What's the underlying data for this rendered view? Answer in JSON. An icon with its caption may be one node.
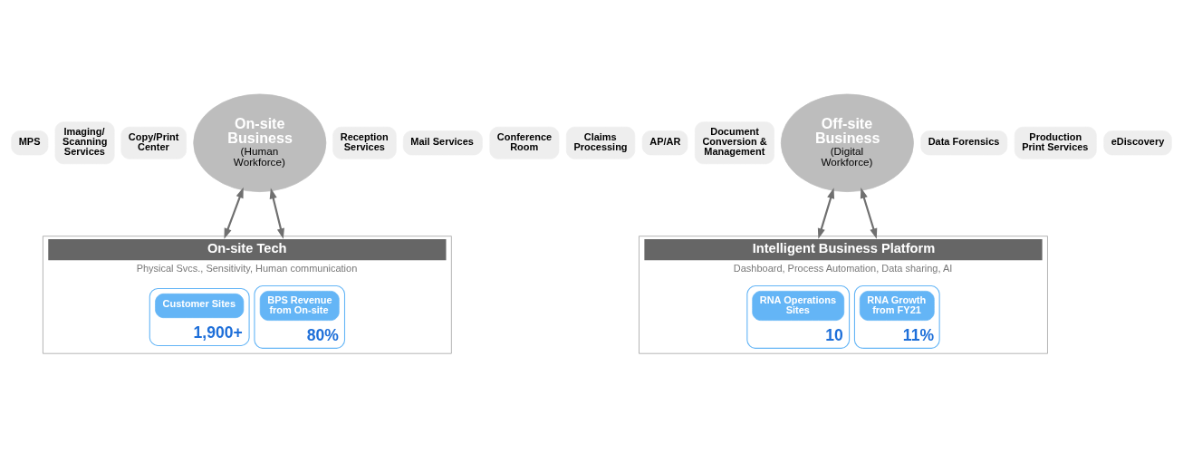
{
  "diagram": {
    "nodes": [
      {
        "text": [
          "On-site Business",
          "(Human Workforce)"
        ]
      },
      {
        "text": [
          "Copy/Print Center"
        ]
      },
      {
        "text": [
          "MPS"
        ]
      },
      {
        "text": [
          "Mail Services"
        ]
      },
      {
        "text": [
          "Imaging/ Scanning Services"
        ]
      },
      {
        "text": [
          "Conference Room"
        ]
      },
      {
        "text": [
          "Reception Services"
        ]
      },
      {
        "text": [
          "On-site Tech",
          "Physical Svcs., Sensitivity, Human communication"
        ]
      },
      {
        "text": [
          "1,900+"
        ],
        "in": 7
      },
      {
        "text": [
          "Customer Sites"
        ],
        "in": 8
      },
      {
        "text": [
          "80%"
        ],
        "in": 7
      },
      {
        "text": [
          "BPS Revenue from On-site"
        ],
        "in": 10
      },
      {
        "text": [
          "Off-site Business",
          "(Digital Workforce)"
        ]
      },
      {
        "text": [
          "Document Conversion & Management"
        ]
      },
      {
        "text": [
          "Claims Processing"
        ]
      },
      {
        "text": [
          "Production Print Services"
        ]
      },
      {
        "text": [
          "AP/AR"
        ]
      },
      {
        "text": [
          "eDiscovery"
        ]
      },
      {
        "text": [
          "Data Forensics"
        ]
      },
      {
        "text": [
          "Intelligent Business Platform",
          "Dashboard, Process Automation, Data sharing, AI"
        ]
      },
      {
        "text": [
          "10"
        ],
        "in": 19
      },
      {
        "text": [
          "RNA Operations Sites"
        ],
        "in": 20
      },
      {
        "text": [
          "11%"
        ],
        "in": 19
      },
      {
        "text": [
          "RNA Growth from FY21"
        ],
        "in": 22
      }
    ],
    "edges": [
      {
        "from": 0,
        "to": 7,
        "arrow": "both"
      },
      {
        "from": 0,
        "to": 7,
        "arrow": "both"
      },
      {
        "from": 12,
        "to": 19,
        "arrow": "both"
      },
      {
        "from": 12,
        "to": 19,
        "arrow": "both"
      }
    ]
  }
}
